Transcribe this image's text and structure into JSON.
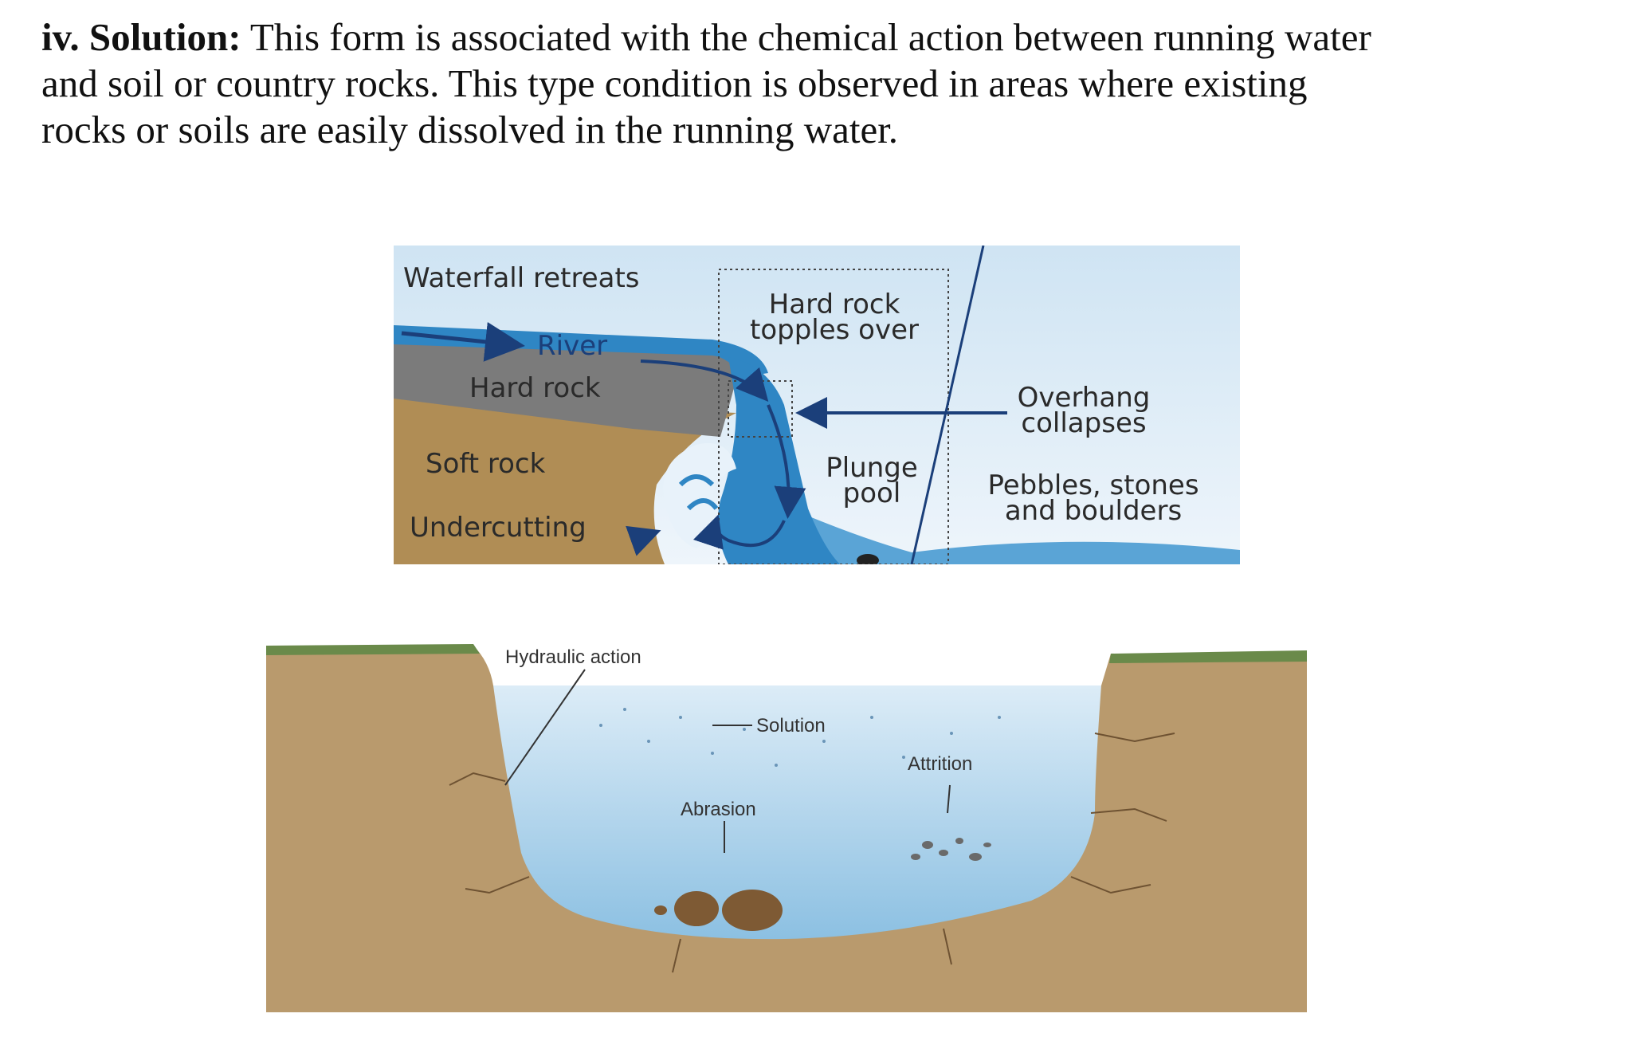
{
  "paragraph": {
    "heading": "iv. Solution:",
    "line1": "This form is associated with the chemical action between running water",
    "line2": "and soil or country rocks. This type condition is observed in areas where existing",
    "line3": "rocks or soils are easily dissolved in the running water."
  },
  "waterfall_diagram": {
    "labels": {
      "waterfall_retreats": "Waterfall retreats",
      "river": "River",
      "hard_rock": "Hard rock",
      "soft_rock": "Soft rock",
      "undercutting": "Undercutting",
      "hard_rock_topples_1": "Hard rock",
      "hard_rock_topples_2": "topples over",
      "plunge_pool_1": "Plunge",
      "plunge_pool_2": "pool",
      "overhang_1": "Overhang",
      "overhang_2": "collapses",
      "pebbles_1": "Pebbles, stones",
      "pebbles_2": "and boulders"
    },
    "colors": {
      "sky": "#dcebf6",
      "water": "#2f86c4",
      "hard_rock": "#7b7b7b",
      "soft_rock": "#b08d55",
      "arrow": "#1b3f7a",
      "label": "#2a2a2a"
    }
  },
  "river_diagram": {
    "labels": {
      "hydraulic_action": "Hydraulic action",
      "solution": "Solution",
      "attrition": "Attrition",
      "abrasion": "Abrasion"
    },
    "colors": {
      "soil": "#b99a6d",
      "water_top": "#dcecf7",
      "water_bottom": "#8cc0e2",
      "grass": "#6a8a4a",
      "rock": "#7e5a34"
    }
  }
}
